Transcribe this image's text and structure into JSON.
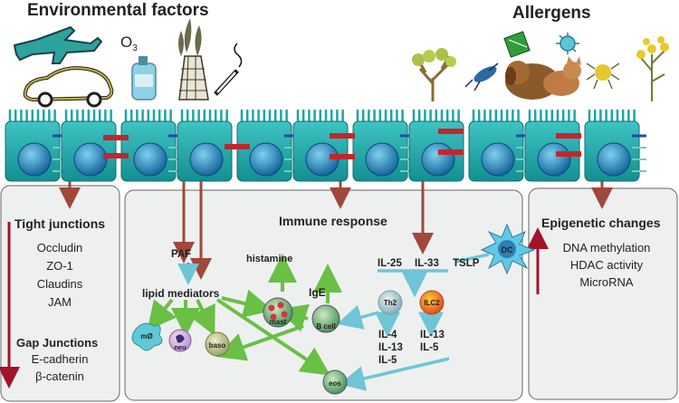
{
  "headers": {
    "environmental": "Environmental factors",
    "allergens": "Allergens"
  },
  "env_icons": {
    "ozone": "O",
    "ozone_sub": "3"
  },
  "left_panel": {
    "tight_title": "Tight junctions",
    "tight_items": [
      "Occludin",
      "ZO-1",
      "Claudins",
      "JAM"
    ],
    "gap_title": "Gap Junctions",
    "gap_items": [
      "E-cadherin",
      "β-catenin"
    ]
  },
  "middle_panel": {
    "immune_title": "Immune response",
    "paf": "PAF",
    "lipid": "lipid mediators",
    "histamine": "histamine",
    "ige": "IgE",
    "il25": "IL-25",
    "il33": "IL-33",
    "tslp": "TSLP",
    "cells": {
      "mast": "mast",
      "bcell": "B cell",
      "th2": "Th2",
      "ilc2": "ILC2",
      "mo": "mØ",
      "neu": "neu",
      "baso": "baso",
      "eos": "eos",
      "dc": "DC"
    },
    "th2_cytokines": [
      "IL-4",
      "IL-13",
      "IL-5"
    ],
    "ilc2_cytokines": [
      "IL-13",
      "IL-5"
    ]
  },
  "right_panel": {
    "title": "Epigenetic changes",
    "items": [
      "DNA methylation",
      "HDAC activity",
      "MicroRNA"
    ]
  },
  "colors": {
    "epithelium": "#1aa5a5",
    "nucleus": "#1e86c4",
    "junction": "#c2262c",
    "arrow_brown": "#a0483a",
    "arrow_green": "#6abf45",
    "arrow_blue": "#6fc5d6",
    "panel": "#eef0f0"
  }
}
